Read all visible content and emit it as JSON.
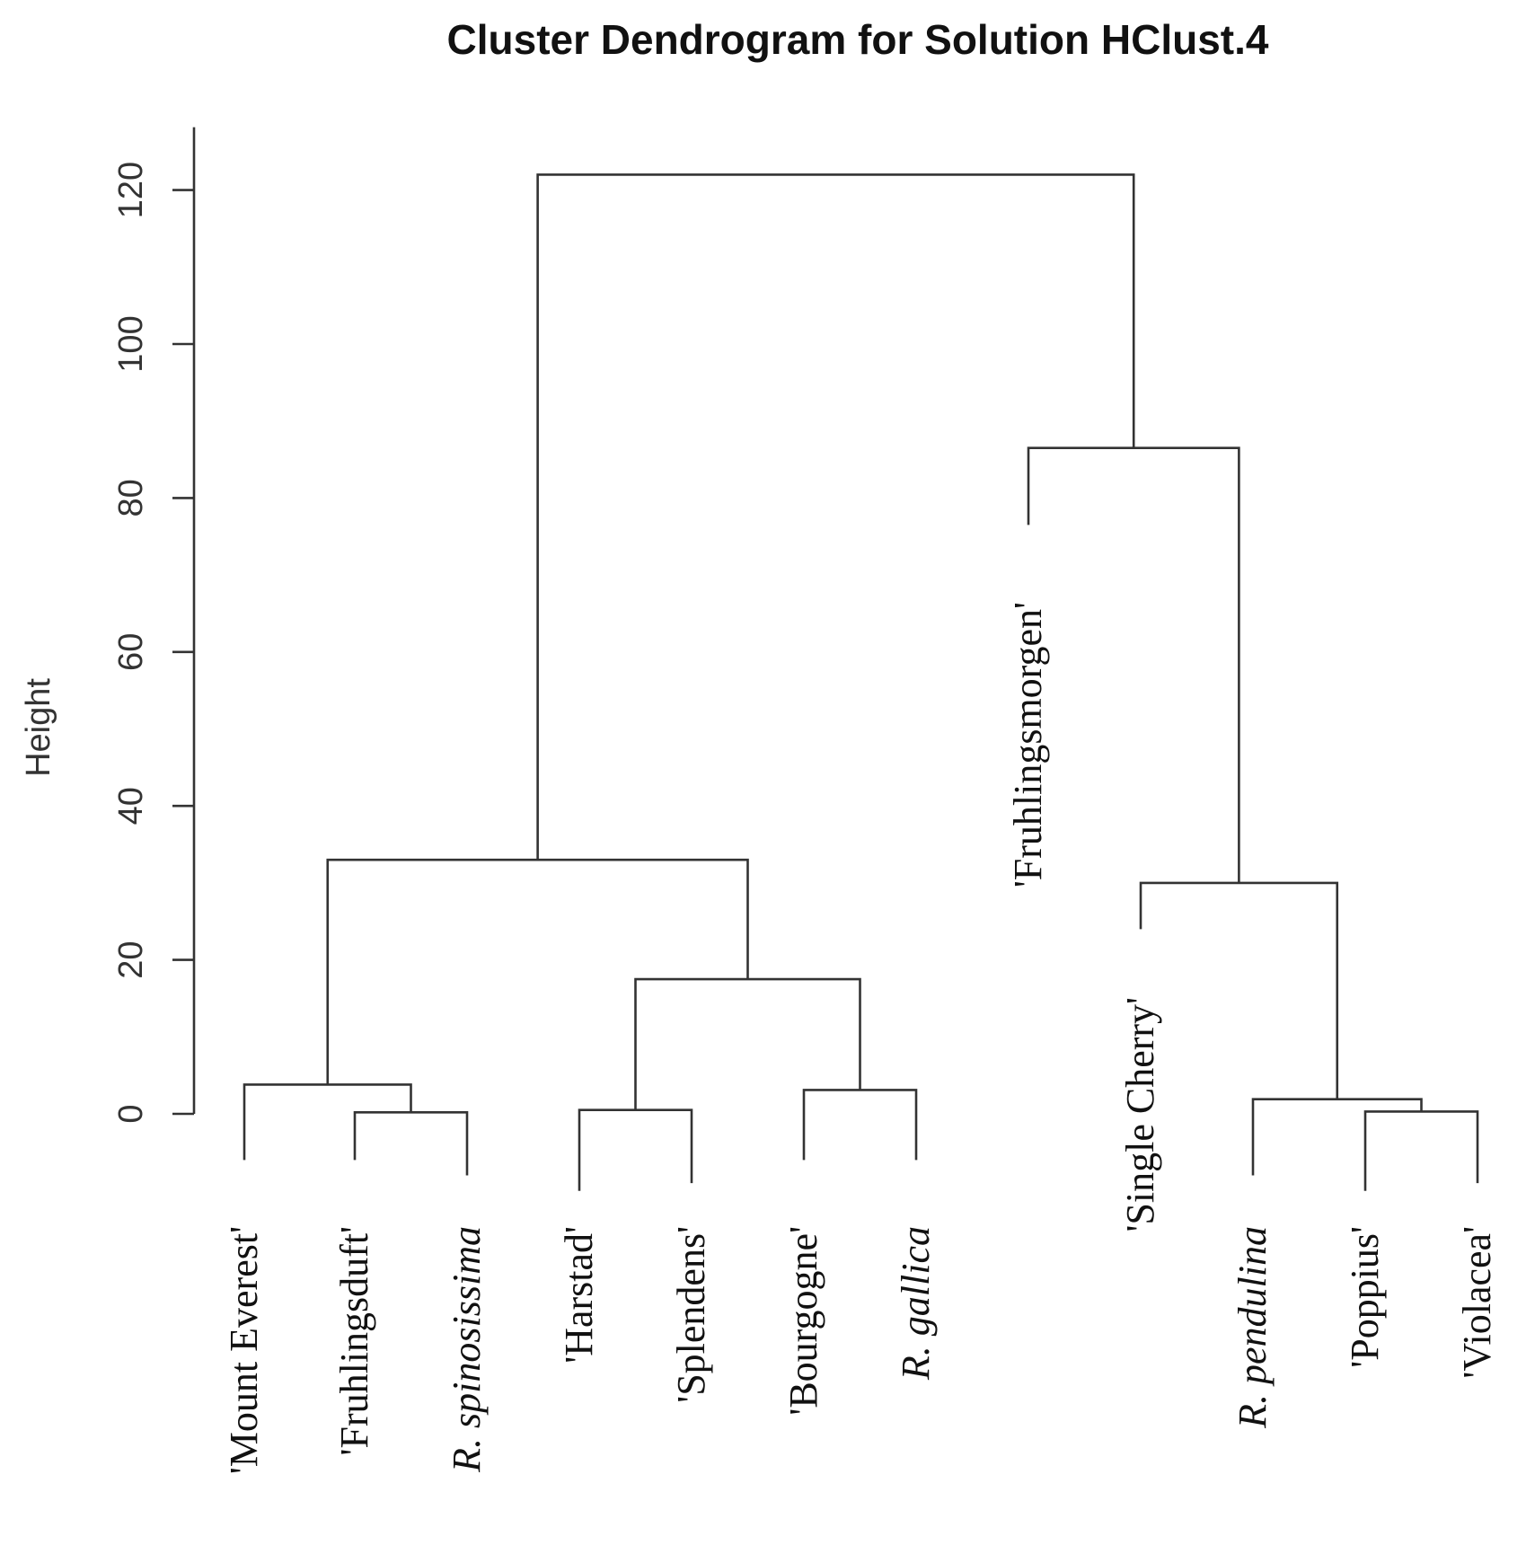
{
  "chart_data": {
    "type": "dendrogram",
    "title": "Cluster Dendrogram for Solution HClust.4",
    "ylabel": "Height",
    "ylim": [
      0,
      125
    ],
    "yticks": [
      0,
      20,
      40,
      60,
      80,
      100,
      120
    ],
    "grid": false,
    "leaves": [
      {
        "label": "'Mount Everest'",
        "italic_prefix": "",
        "italic": false
      },
      {
        "label": "'Fruhlingsduft'",
        "italic_prefix": "",
        "italic": false
      },
      {
        "label": "spinosissima",
        "italic_prefix": "R.",
        "italic": true
      },
      {
        "label": "'Harstad'",
        "italic_prefix": "",
        "italic": false
      },
      {
        "label": "'Splendens'",
        "italic_prefix": "",
        "italic": false
      },
      {
        "label": "'Bourgogne'",
        "italic_prefix": "",
        "italic": false
      },
      {
        "label": "gallica",
        "italic_prefix": "R.",
        "italic": true
      },
      {
        "label": "'Fruhlingsmorgen'",
        "italic_prefix": "",
        "italic": false
      },
      {
        "label": "'Single Cherry'",
        "italic_prefix": "",
        "italic": false
      },
      {
        "label": "pendulina",
        "italic_prefix": "R.",
        "italic": true
      },
      {
        "label": "'Poppius'",
        "italic_prefix": "",
        "italic": false
      },
      {
        "label": "'Violacea'",
        "italic_prefix": "",
        "italic": false
      }
    ],
    "leaf_end_heights": [
      -6,
      -6,
      -8,
      -10,
      -9,
      -6,
      -6,
      76.5,
      24,
      -8,
      -10,
      -9
    ],
    "merges": [
      {
        "left": "L1",
        "right": "L2",
        "height": 0.2
      },
      {
        "left": "L0",
        "right": "M0",
        "height": 3.8
      },
      {
        "left": "L3",
        "right": "L4",
        "height": 0.5
      },
      {
        "left": "L5",
        "right": "L6",
        "height": 3.1
      },
      {
        "left": "M2",
        "right": "M3",
        "height": 17.5
      },
      {
        "left": "M1",
        "right": "M4",
        "height": 33.0
      },
      {
        "left": "L10",
        "right": "L11",
        "height": 0.3
      },
      {
        "left": "L9",
        "right": "M6",
        "height": 1.9
      },
      {
        "left": "L8",
        "right": "M7",
        "height": 30.0
      },
      {
        "left": "L7",
        "right": "M8",
        "height": 86.5
      },
      {
        "left": "M5",
        "right": "M9",
        "height": 122.0
      }
    ]
  }
}
